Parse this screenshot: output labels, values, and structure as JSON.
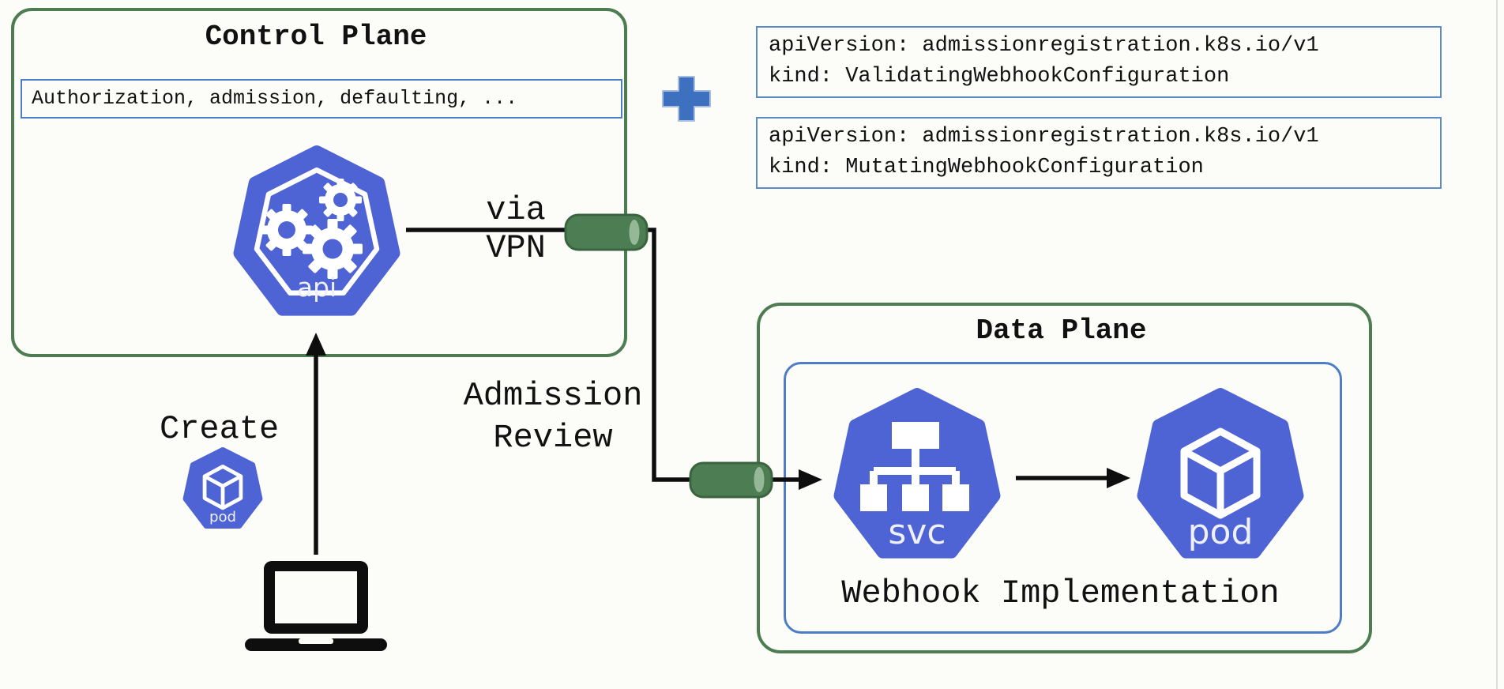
{
  "colors": {
    "background": "#fcfcf9",
    "k8s_blue": "#4e63d4",
    "k8s_label_white": "#eef0fc",
    "plane_border_green": "#4d7c52",
    "tube_green": "#4d7d53",
    "tube_border_green": "#3a6340",
    "tube_highlight_green": "#9dbf9f",
    "detail_box_border_blue": "#4d7ec5",
    "code_box_border_blue": "#5d8ac9",
    "plus_blue": "#3e70c0",
    "line_black": "#0e0e0e"
  },
  "icons": {
    "api_icon": "kubernetes-api-server-gears",
    "svc_icon": "kubernetes-service-tree",
    "pod_icon": "kubernetes-pod-cube",
    "small_pod_icon": "kubernetes-pod-cube",
    "laptop_icon": "laptop",
    "plus_icon": "plus-sign",
    "tube_icons": "vpn-tunnel-cylinder"
  },
  "control_plane": {
    "title": "Control Plane",
    "filters_label": "Authorization, admission, defaulting, ...",
    "api_icon_label": "api"
  },
  "labels": {
    "via": "via",
    "vpn": "VPN",
    "create": "Create",
    "create_pod_label": "pod",
    "admission": "Admission",
    "review": "Review"
  },
  "webhook_configs": [
    {
      "line1": "apiVersion: admissionregistration.k8s.io/v1",
      "line2": "kind: ValidatingWebhookConfiguration"
    },
    {
      "line1": "apiVersion: admissionregistration.k8s.io/v1",
      "line2": "kind: MutatingWebhookConfiguration"
    }
  ],
  "data_plane": {
    "title": "Data Plane",
    "inner_label": "Webhook Implementation",
    "svc_icon_label": "svc",
    "pod_icon_label": "pod"
  }
}
